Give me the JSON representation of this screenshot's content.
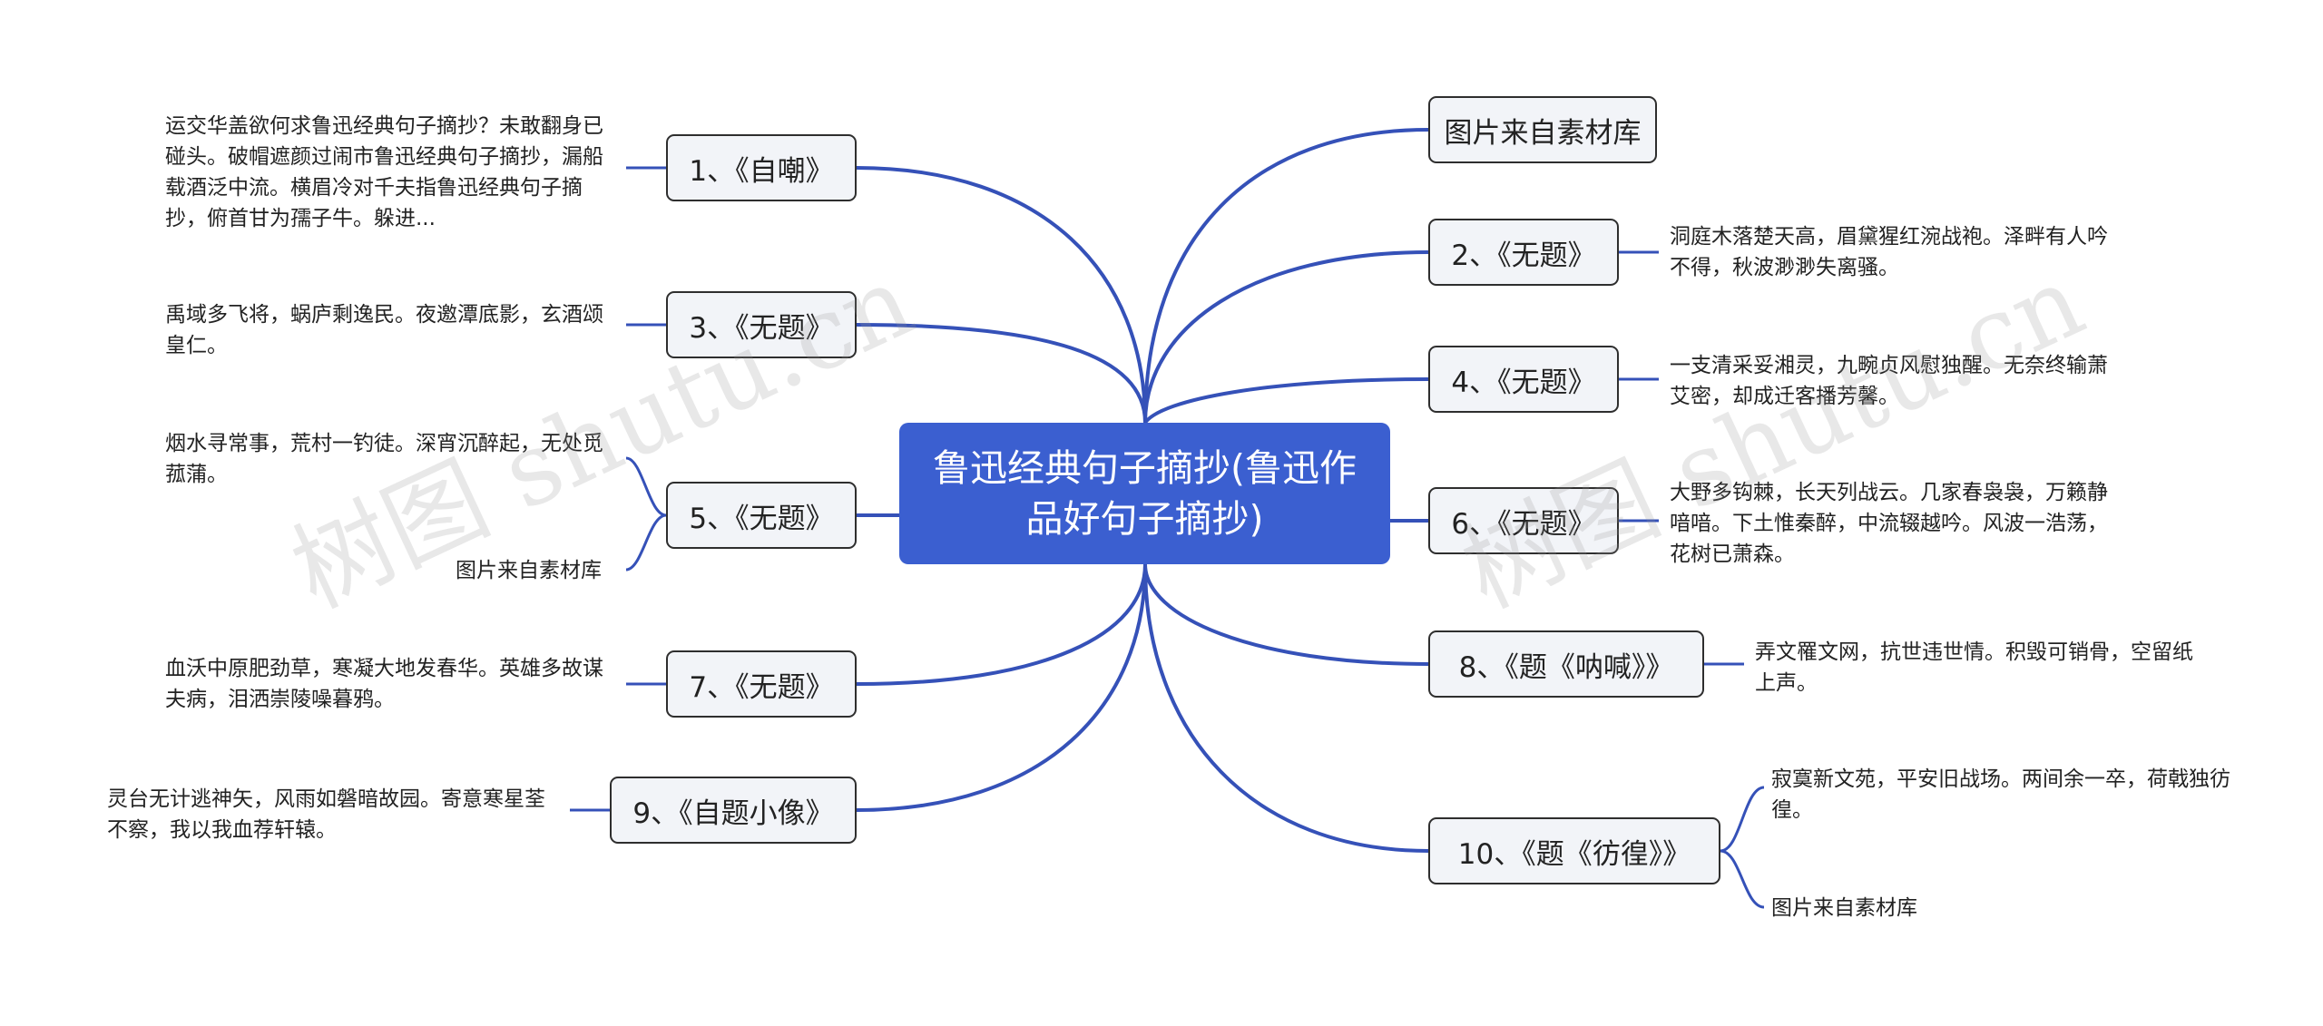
{
  "root": {
    "label": "鲁迅经典句子摘抄(鲁迅作品好句子摘抄)"
  },
  "topics": [
    {
      "id": "t1",
      "label": "1、《自嘲》",
      "leaves": [
        "运交华盖欲何求鲁迅经典句子摘抄？未敢翻身已碰头。破帽遮颜过闹市鲁迅经典句子摘抄，漏船载酒泛中流。横眉冷对千夫指鲁迅经典句子摘抄，俯首甘为孺子牛。躲进..."
      ]
    },
    {
      "id": "t3",
      "label": "3、《无题》",
      "leaves": [
        "禹域多飞将，蜗庐剩逸民。夜邀潭底影，玄酒颂皇仁。"
      ]
    },
    {
      "id": "t5",
      "label": "5、《无题》",
      "leaves": [
        "烟水寻常事，荒村一钓徒。深宵沉醉起，无处觅菰蒲。",
        "图片来自素材库"
      ]
    },
    {
      "id": "t7",
      "label": "7、《无题》",
      "leaves": [
        "血沃中原肥劲草，寒凝大地发春华。英雄多故谋夫病，泪洒崇陵噪暮鸦。"
      ]
    },
    {
      "id": "t9",
      "label": "9、《自题小像》",
      "leaves": [
        "灵台无计逃神矢，风雨如磐暗故园。寄意寒星荃不察，我以我血荐轩辕。"
      ]
    },
    {
      "id": "tpic",
      "label": "图片来自素材库",
      "leaves": []
    },
    {
      "id": "t2",
      "label": "2、《无题》",
      "leaves": [
        "洞庭木落楚天高，眉黛猩红涴战袍。泽畔有人吟不得，秋波渺渺失离骚。"
      ]
    },
    {
      "id": "t4",
      "label": "4、《无题》",
      "leaves": [
        "一支清采妥湘灵，九畹贞风慰独醒。无奈终输萧艾密，却成迁客播芳馨。"
      ]
    },
    {
      "id": "t6",
      "label": "6、《无题》",
      "leaves": [
        "大野多钩棘，长天列战云。几家春袅袅，万籁静喑喑。下土惟秦醉，中流辍越吟。风波一浩荡，花树已萧森。"
      ]
    },
    {
      "id": "t8",
      "label": "8、《题《呐喊》》",
      "leaves": [
        "弄文罹文网，抗世违世情。积毁可销骨，空留纸上声。"
      ]
    },
    {
      "id": "t10",
      "label": "10、《题《彷徨》》",
      "leaves": [
        "寂寞新文苑，平安旧战场。两间余一卒，荷戟独彷徨。",
        "图片来自素材库"
      ]
    }
  ],
  "watermarks": [
    "树图 shutu.cn",
    "树图 shutu.cn"
  ],
  "colors": {
    "root_fill": "#3b5fd0",
    "connector": "#3551b8",
    "topic_fill": "#f2f4f8",
    "topic_border": "#2e2e2e",
    "text": "#222222"
  }
}
